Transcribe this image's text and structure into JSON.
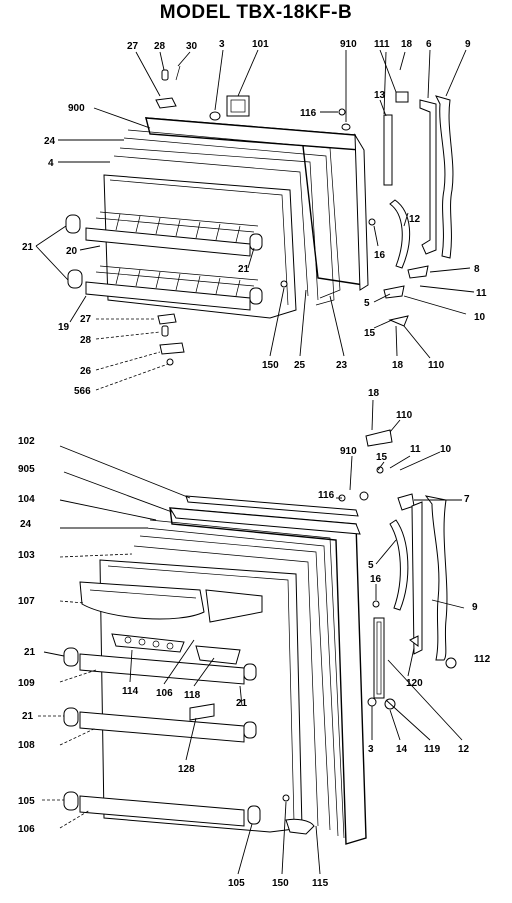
{
  "title": "MODEL TBX-18KF-B",
  "top_labels": [
    "27",
    "28",
    "30",
    "3",
    "101",
    "910",
    "111",
    "18",
    "6",
    "9",
    "900",
    "116",
    "13",
    "24",
    "4",
    "21",
    "20",
    "21",
    "12",
    "16",
    "8",
    "11",
    "5",
    "10",
    "15",
    "27",
    "28",
    "26",
    "566",
    "19",
    "150",
    "25",
    "23",
    "18",
    "110"
  ],
  "bottom_labels": [
    "18",
    "110",
    "102",
    "15",
    "11",
    "10",
    "905",
    "910",
    "116",
    "7",
    "104",
    "24",
    "103",
    "5",
    "16",
    "107",
    "9",
    "21",
    "112",
    "109",
    "114",
    "106",
    "118",
    "21",
    "120",
    "21",
    "108",
    "128",
    "3",
    "14",
    "119",
    "12",
    "105",
    "106",
    "105",
    "150",
    "115"
  ]
}
